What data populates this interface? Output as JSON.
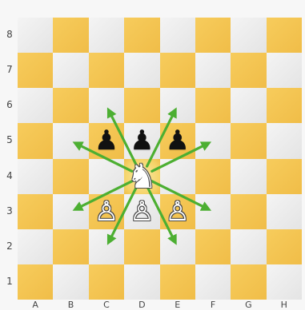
{
  "board": {
    "files": [
      "A",
      "B",
      "C",
      "D",
      "E",
      "F",
      "G",
      "H"
    ],
    "ranks": [
      "8",
      "7",
      "6",
      "5",
      "4",
      "3",
      "2",
      "1"
    ],
    "colors": {
      "light": "#eeeeee",
      "dark": "#f3c452",
      "arrow": "#4caf32"
    }
  },
  "pieces": [
    {
      "square": "C5",
      "glyph": "♟",
      "color": "black",
      "name": "black-pawn-c5"
    },
    {
      "square": "D5",
      "glyph": "♟",
      "color": "black",
      "name": "black-pawn-d5"
    },
    {
      "square": "E5",
      "glyph": "♟",
      "color": "black",
      "name": "black-pawn-e5"
    },
    {
      "square": "D4",
      "glyph": "♞",
      "color": "white",
      "name": "white-knight-d4"
    },
    {
      "square": "C3",
      "glyph": "♙",
      "color": "white",
      "name": "white-pawn-c3"
    },
    {
      "square": "D3",
      "glyph": "♙",
      "color": "white",
      "name": "white-pawn-d3"
    },
    {
      "square": "E3",
      "glyph": "♙",
      "color": "white",
      "name": "white-pawn-e3"
    }
  ],
  "highlight": "D4",
  "knight_moves": {
    "from": "D4",
    "to": [
      "C6",
      "E6",
      "B5",
      "F5",
      "B3",
      "F3",
      "C2",
      "E2"
    ]
  }
}
